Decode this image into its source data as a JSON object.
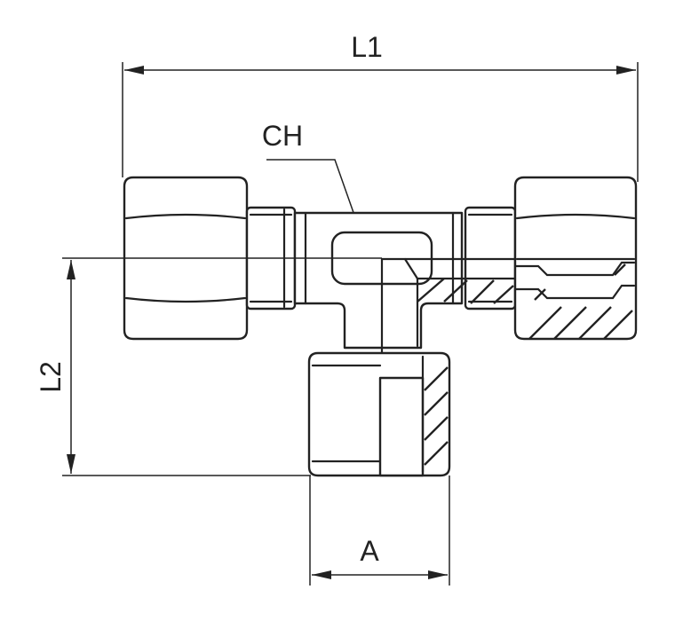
{
  "labels": {
    "l1": "L1",
    "l2": "L2",
    "ch": "CH",
    "a": "A"
  },
  "colors": {
    "line": "#222222",
    "background": "#ffffff"
  }
}
